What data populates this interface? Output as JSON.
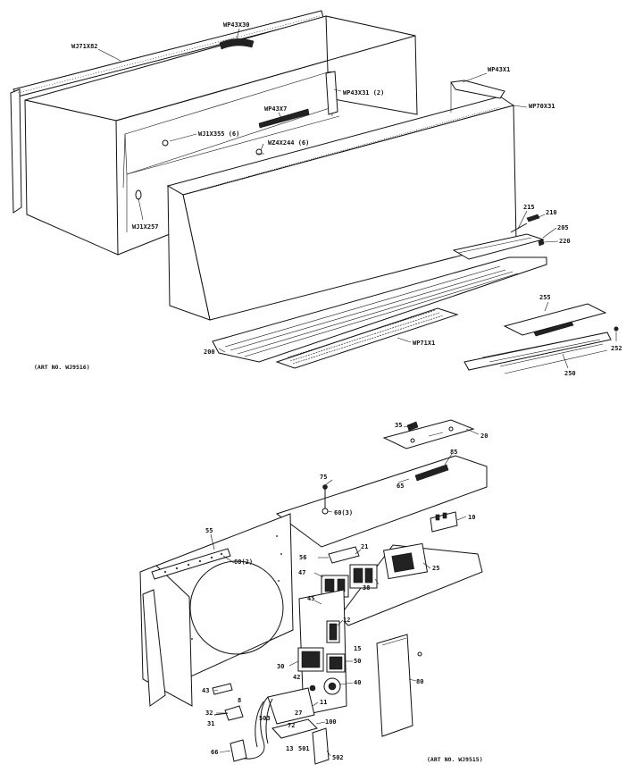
{
  "upper_assembly": {
    "labels": {
      "case": "WJ71X82",
      "handle": "WP43X30",
      "bracket_right": "WP43X1",
      "channel_clip": "WP43X31 (2)",
      "front_panel": "WP70X31",
      "rail": "WP43X7",
      "screw_a": "WJ1X355 (6)",
      "screw_b": "WZ4X244 (6)",
      "grommet": "WJ1X257",
      "p215": "215",
      "p210": "210",
      "p205": "205",
      "p220": "220",
      "p200": "200",
      "grille": "WP71X1",
      "p255": "255",
      "p250": "250",
      "p252": "252"
    },
    "art_no": "(ART NO. WJ9516)"
  },
  "lower_assembly": {
    "labels": {
      "p20": "20",
      "p35_top": "35",
      "p10": "10",
      "p65": "65",
      "p60": "60(3)",
      "p47": "47",
      "p38": "38",
      "p21": "21",
      "p15": "15",
      "p50": "50",
      "p60b": "60(2)",
      "p55": "55",
      "p56": "56",
      "p30": "30",
      "p27": "27",
      "p12": "12",
      "p25": "25",
      "p45": "45",
      "p40": "40",
      "p42": "42",
      "p43": "43",
      "p32": "32",
      "p31": "31",
      "p85": "85",
      "p75": "75",
      "p11": "11",
      "p72": "72",
      "p13": "13",
      "p100": "100",
      "p501": "501",
      "p502": "502",
      "p503": "503",
      "p80": "80",
      "p8": "8",
      "p66": "66"
    },
    "art_no": "(ART NO. WJ9515)"
  }
}
